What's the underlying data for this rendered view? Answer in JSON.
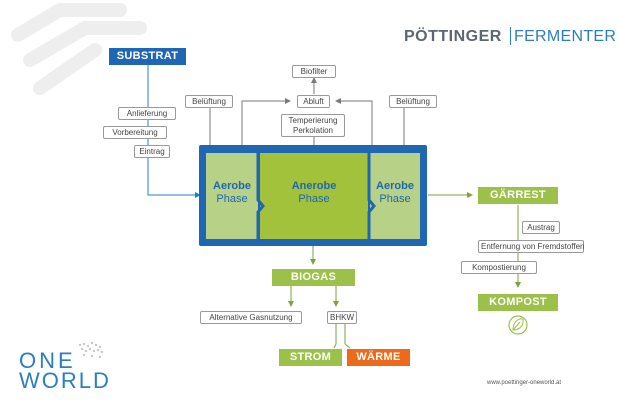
{
  "header": {
    "brand": "PÖTTINGER",
    "product": "FERMENTER"
  },
  "inputs": {
    "substrate": "SUBSTRAT",
    "steps": [
      "Anlieferung",
      "Vorbereitung",
      "Eintrag"
    ]
  },
  "air": {
    "biofilter": "Biofilter",
    "exhaust": "Abluft",
    "ventilation_left": "Belüftung",
    "ventilation_right": "Belüftung",
    "temperature": "Temperierung",
    "percolation": "Perkolation"
  },
  "phases": {
    "aerobe_left": {
      "title": "Aerobe",
      "sub": "Phase"
    },
    "anaerobe": {
      "title": "Anerobe",
      "sub": "Phase"
    },
    "aerobe_right": {
      "title": "Aerobe",
      "sub": "Phase"
    }
  },
  "outputs": {
    "digestate": "GÄRREST",
    "digestate_steps": [
      "Austrag",
      "Entfernung von Fremdstoffen",
      "Kompostierung"
    ],
    "compost": "KOMPOST",
    "biogas": "BIOGAS",
    "gas_use": "Alternative Gasnutzung",
    "chp": "BHKW",
    "electricity": "STROM",
    "heat": "WÄRME"
  },
  "footer": {
    "logo_line1": "ONE",
    "logo_line2": "WORLD",
    "url": "www.poettinger-oneworld.at"
  },
  "colors": {
    "blue": "#1f66b3",
    "green_light": "#b7d186",
    "green_mid": "#a2c23c",
    "green_bar": "#9bc14a",
    "orange": "#ec6a1a"
  }
}
